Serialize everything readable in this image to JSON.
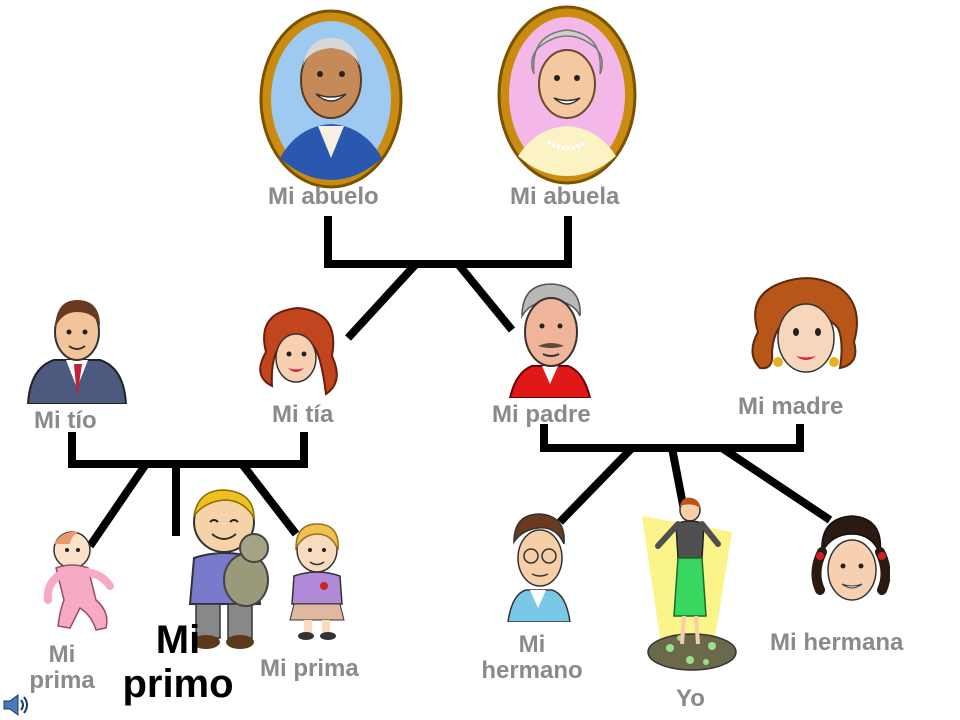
{
  "labels": {
    "abuelo": "Mi abuelo",
    "abuela": "Mi abuela",
    "tio": "Mi tío",
    "tia": "Mi tía",
    "padre": "Mi padre",
    "madre": "Mi madre",
    "prima_baby_1": "Mi",
    "prima_baby_2": "prima",
    "primo_1": "Mi",
    "primo_2": "primo",
    "prima": "Mi prima",
    "hermano_1": "Mi",
    "hermano_2": "hermano",
    "yo": "Yo",
    "hermana": "Mi hermana"
  },
  "colors": {
    "line": "#000000",
    "label": "#8a8a8a",
    "frame": "#b8860b",
    "frame_inner_abuelo": "#9ec9f0",
    "frame_inner_abuela": "#f3b8e8"
  },
  "icons": [
    "speaker-icon"
  ]
}
